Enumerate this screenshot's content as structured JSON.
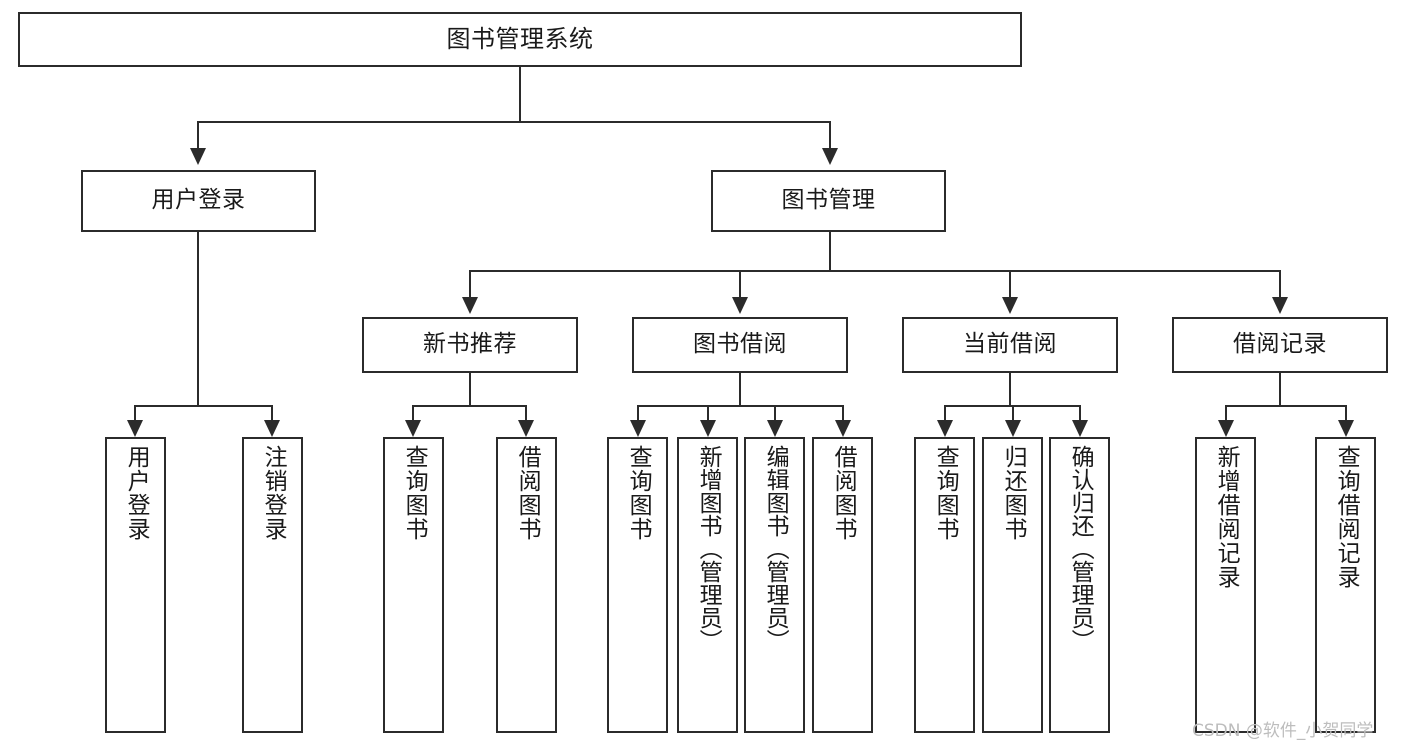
{
  "diagram": {
    "title": "图书管理系统",
    "type": "function-structure-tree",
    "orientation": "top-down",
    "levels": 4
  },
  "root": {
    "label": "图书管理系统"
  },
  "level2": [
    {
      "label": "用户登录"
    },
    {
      "label": "图书管理"
    }
  ],
  "level3": [
    {
      "label": "新书推荐"
    },
    {
      "label": "图书借阅"
    },
    {
      "label": "当前借阅"
    },
    {
      "label": "借阅记录"
    }
  ],
  "leaves": {
    "user_login": [
      {
        "label": "用户登录"
      },
      {
        "label": "注销登录"
      }
    ],
    "new_book_recommend": [
      {
        "label": "查询图书"
      },
      {
        "label": "借阅图书"
      }
    ],
    "book_borrow": [
      {
        "label": "查询图书"
      },
      {
        "label": "新增图书（管理员）"
      },
      {
        "label": "编辑图书（管理员）"
      },
      {
        "label": "借阅图书"
      }
    ],
    "current_borrow": [
      {
        "label": "查询图书"
      },
      {
        "label": "归还图书"
      },
      {
        "label": "确认归还（管理员）"
      }
    ],
    "borrow_record": [
      {
        "label": "新增借阅记录"
      },
      {
        "label": "查询借阅记录"
      }
    ]
  },
  "watermark": {
    "text": "CSDN @软件_小贺同学"
  },
  "colors": {
    "stroke": "#2b2b2b",
    "fill": "#ffffff",
    "text": "#1a1a1a",
    "watermark": "#bdbdbd"
  }
}
